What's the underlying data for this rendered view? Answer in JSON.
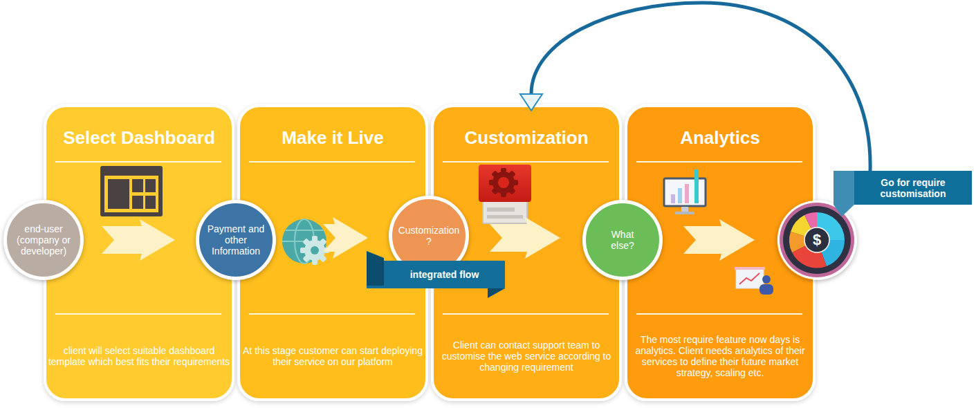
{
  "diagram": {
    "nodes": [
      {
        "text": [
          "end-user (company or developer)"
        ]
      },
      {
        "text": [
          "Select Dashboard",
          "client will select suitable dashboard template which best fits their requirements"
        ]
      },
      {
        "text": [
          "Payment and other Information"
        ]
      },
      {
        "text": [
          "Make it Live",
          "At this stage customer can start deploying their service on our platform"
        ]
      },
      {
        "text": [
          "Customization ?"
        ]
      },
      {
        "text": [
          "integrated flow"
        ]
      },
      {
        "text": [
          "Customization",
          "Client can contact support team to customise the web service according to changing requirement"
        ]
      },
      {
        "text": [
          "What else?"
        ]
      },
      {
        "text": [
          "Analytics",
          "The most require feature now days is analytics. Client needs analytics of their services to define their future market strategy, scaling etc."
        ]
      },
      {
        "text": [
          "$"
        ]
      },
      {
        "text": [
          "Go for require customisation"
        ]
      }
    ],
    "edges": [
      {
        "from": 0,
        "to": 2,
        "arrow": "to"
      },
      {
        "from": 2,
        "to": 4,
        "arrow": "to"
      },
      {
        "from": 4,
        "to": 7,
        "arrow": "to"
      },
      {
        "from": 7,
        "to": 9,
        "arrow": "to"
      },
      {
        "from": 10,
        "to": 6,
        "arrow": "to"
      }
    ]
  }
}
